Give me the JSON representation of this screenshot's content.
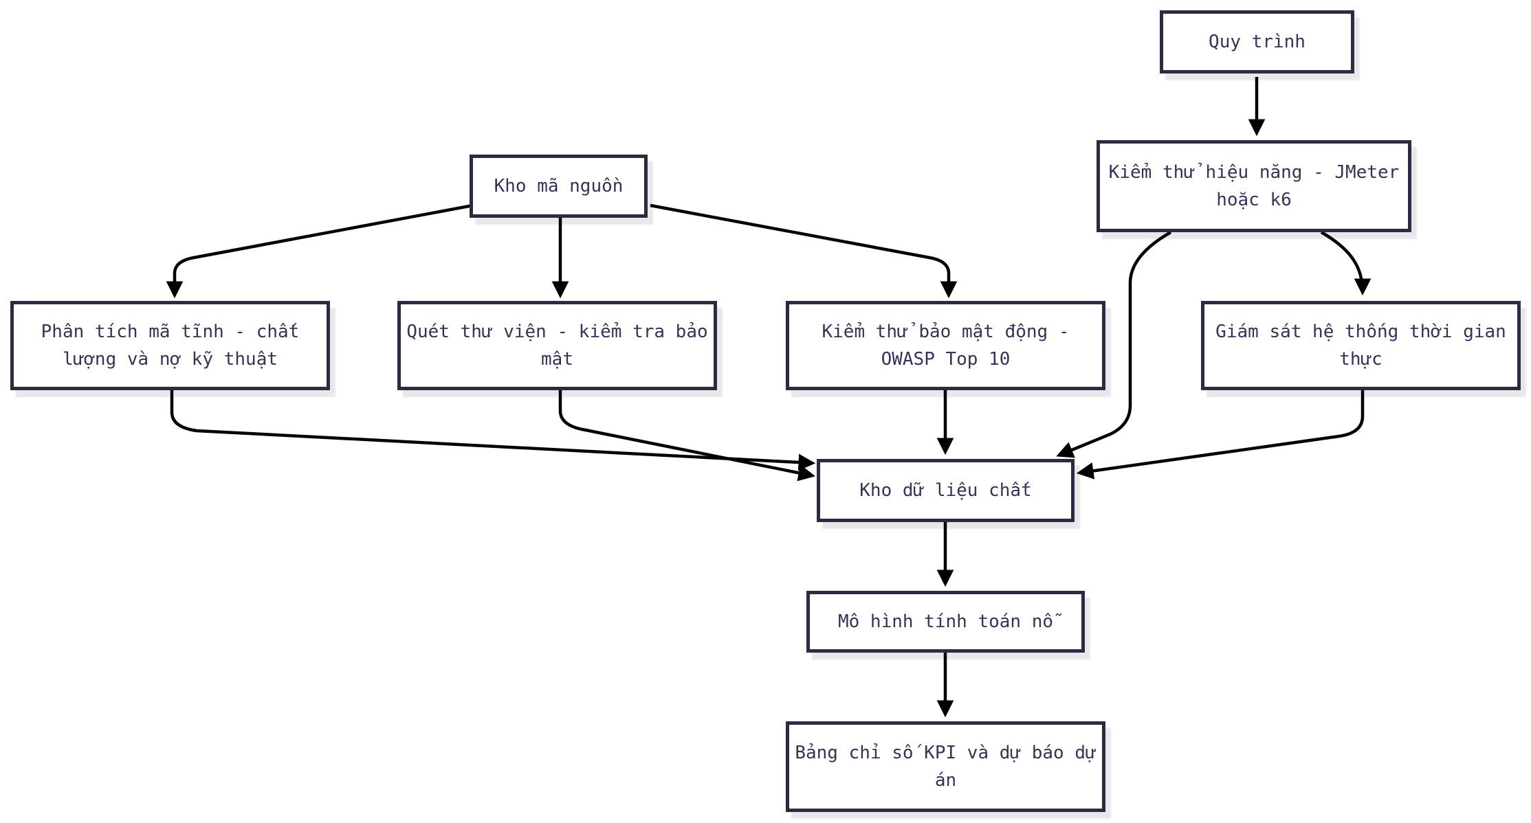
{
  "diagram": {
    "type": "flowchart",
    "direction": "top-down",
    "colors": {
      "node_fill": "#ffffff",
      "node_border": "#2b2b44",
      "text": "#343456",
      "arrow": "#000000",
      "shadow": "#e9e9ef",
      "background": "#ffffff"
    },
    "nodes": [
      {
        "id": "quy-trinh",
        "label": "Quy trình"
      },
      {
        "id": "kiem-thu-hieu-nang",
        "label": "Kiểm thử hiệu năng - JMeter hoặc k6"
      },
      {
        "id": "kho-ma-nguon",
        "label": "Kho mã nguồn"
      },
      {
        "id": "phan-tich-ma-tinh",
        "label": "Phân tích mã tĩnh - chất lượng và nợ kỹ thuật"
      },
      {
        "id": "quet-thu-vien",
        "label": "Quét thư viện - kiểm tra bảo mật"
      },
      {
        "id": "kiem-thu-bao-mat-dong",
        "label": "Kiểm thử bảo mật động - OWASP Top 10"
      },
      {
        "id": "giam-sat-he-thong",
        "label": "Giám sát hệ thống thời gian thực"
      },
      {
        "id": "kho-du-lieu-chat",
        "label": "Kho dữ liệu chất"
      },
      {
        "id": "mo-hinh-tinh-toan",
        "label": "Mô hình tính toán nỗ"
      },
      {
        "id": "bang-chi-so-kpi",
        "label": "Bảng chỉ số KPI và dự báo dự án"
      }
    ],
    "edges": [
      {
        "from": "quy-trinh",
        "to": "kiem-thu-hieu-nang"
      },
      {
        "from": "kho-ma-nguon",
        "to": "phan-tich-ma-tinh"
      },
      {
        "from": "kho-ma-nguon",
        "to": "quet-thu-vien"
      },
      {
        "from": "kho-ma-nguon",
        "to": "kiem-thu-bao-mat-dong"
      },
      {
        "from": "kiem-thu-hieu-nang",
        "to": "giam-sat-he-thong"
      },
      {
        "from": "kiem-thu-hieu-nang",
        "to": "kho-du-lieu-chat"
      },
      {
        "from": "phan-tich-ma-tinh",
        "to": "kho-du-lieu-chat"
      },
      {
        "from": "quet-thu-vien",
        "to": "kho-du-lieu-chat"
      },
      {
        "from": "kiem-thu-bao-mat-dong",
        "to": "kho-du-lieu-chat"
      },
      {
        "from": "giam-sat-he-thong",
        "to": "kho-du-lieu-chat"
      },
      {
        "from": "kho-du-lieu-chat",
        "to": "mo-hinh-tinh-toan"
      },
      {
        "from": "mo-hinh-tinh-toan",
        "to": "bang-chi-so-kpi"
      }
    ]
  }
}
